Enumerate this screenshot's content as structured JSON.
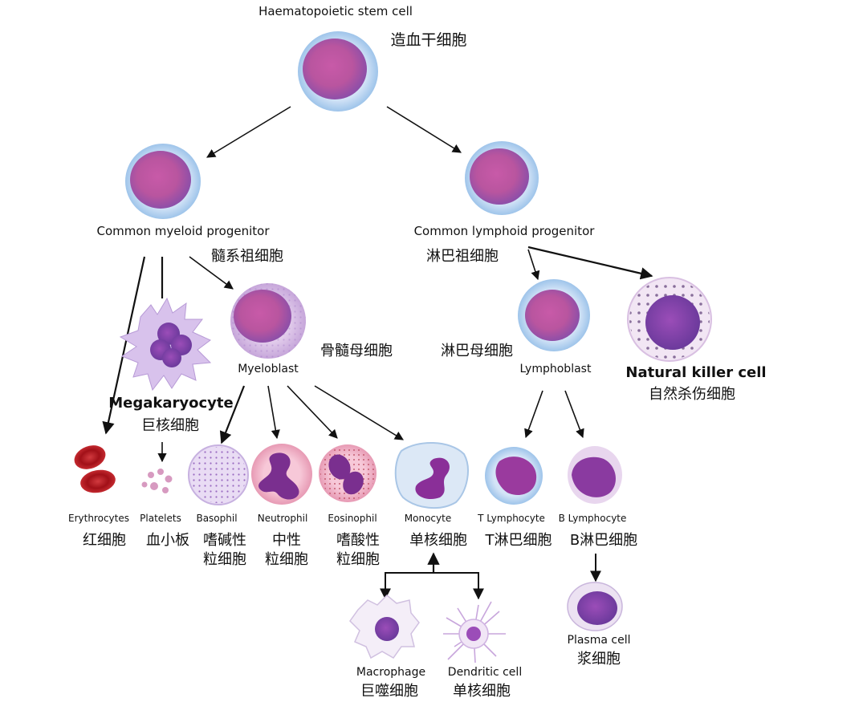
{
  "nodes": {
    "hsc": {
      "en": "Haematopoietic stem cell",
      "cn": "造血干细胞"
    },
    "cmp": {
      "en": "Common myeloid progenitor",
      "cn": "髓系祖细胞"
    },
    "clp": {
      "en": "Common lymphoid progenitor",
      "cn": "淋巴祖细胞"
    },
    "myeloblast": {
      "en": "Myeloblast",
      "cn": "骨髓母细胞"
    },
    "lymphoblast": {
      "en": "Lymphoblast",
      "cn": "淋巴母细胞"
    },
    "megakaryocyte": {
      "en": "Megakaryocyte",
      "cn": "巨核细胞"
    },
    "nk": {
      "en": "Natural killer cell",
      "cn": "自然杀伤细胞"
    },
    "erythrocytes": {
      "en": "Erythrocytes",
      "cn": "红细胞"
    },
    "platelets": {
      "en": "Platelets",
      "cn": "血小板"
    },
    "basophil": {
      "en": "Basophil",
      "cn1": "嗜碱性",
      "cn2": "粒细胞"
    },
    "neutrophil": {
      "en": "Neutrophil",
      "cn1": "中性",
      "cn2": "粒细胞"
    },
    "eosinophil": {
      "en": "Eosinophil",
      "cn1": "嗜酸性",
      "cn2": "粒细胞"
    },
    "monocyte": {
      "en": "Monocyte",
      "cn": "单核细胞"
    },
    "t_lymphocyte": {
      "en": "T Lymphocyte",
      "cn": "T淋巴细胞"
    },
    "b_lymphocyte": {
      "en": "B Lymphocyte",
      "cn": "B淋巴细胞"
    },
    "plasma_cell": {
      "en": "Plasma cell",
      "cn": "浆细胞"
    },
    "macrophage": {
      "en": "Macrophage",
      "cn": "巨噬细胞"
    },
    "dendritic_cell": {
      "en": "Dendritic cell",
      "cn": "单核细胞"
    }
  },
  "colors": {
    "membrane": "#bcd6f2",
    "nucleus": "#b0509a",
    "cytoplasm": "#d9b6e6",
    "erythrocyte": "#b3121d",
    "arrow": "#111111"
  }
}
